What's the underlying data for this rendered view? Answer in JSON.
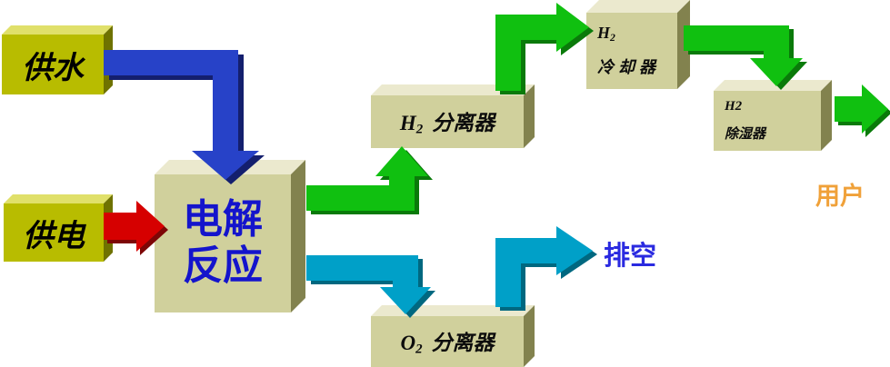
{
  "colors": {
    "blue": "#2742c8",
    "blue_dark": "#141f6e",
    "red": "#d60000",
    "red_dark": "#7d0606",
    "green": "#10c010",
    "green_dark": "#0a7a0a",
    "cyan": "#00a0c8",
    "cyan_dark": "#006880",
    "box_yellow": "#b8bc00",
    "box_khaki": "#d0d09c",
    "electrolysis_text": "#1414cc",
    "vent_text": "#2a2ae0",
    "user_text": "#f0a139"
  },
  "boxes": {
    "water_supply": {
      "label": "供水"
    },
    "power_supply": {
      "label": "供电"
    },
    "electrolysis": {
      "line1": "电解",
      "line2": "反应"
    },
    "h2_separator": {
      "symbol": "H",
      "subscript": "2",
      "name": "分离器"
    },
    "cooler": {
      "symbol": "H",
      "subscript": "2",
      "name": "冷却器"
    },
    "h2_dehumidifier": {
      "symbol": "H2",
      "name": "除湿器"
    },
    "o2_separator": {
      "symbol": "O",
      "subscript": "2",
      "name": "分离器"
    }
  },
  "labels": {
    "vent": "排空",
    "user": "用户"
  }
}
